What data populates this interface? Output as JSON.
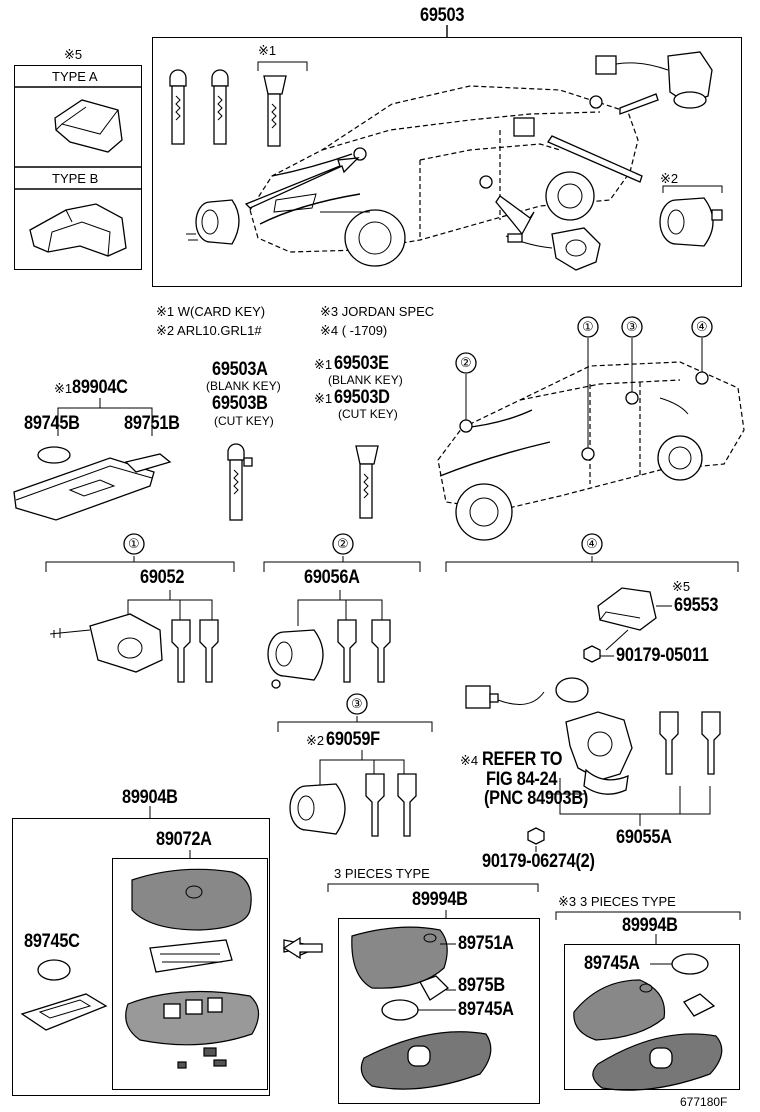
{
  "header": {
    "main_part": "69503"
  },
  "type_box": {
    "note": "※5",
    "type_a": "TYPE A",
    "type_b": "TYPE B"
  },
  "top_assembly": {
    "note1": "※1"
  },
  "notes": {
    "n1": "※1 W(CARD KEY)",
    "n2": "※2  ARL10.GRL1#",
    "n3": "※3 JORDAN SPEC",
    "n4": "※4  (         -1709)",
    "n2_marker": "※2"
  },
  "card_key": {
    "part": "89904C",
    "note": "※1",
    "sub_left": "89745B",
    "sub_right": "89751B"
  },
  "blank_key": {
    "part_a": "69503A",
    "a_desc": "(BLANK KEY)",
    "part_b": "69503B",
    "b_desc": "(CUT KEY)"
  },
  "card_cut_key": {
    "note_e": "※1",
    "part_e": "69503E",
    "e_desc": "(BLANK KEY)",
    "note_d": "※1",
    "part_d": "69503D",
    "d_desc": "(CUT KEY)"
  },
  "car_callouts": [
    "②",
    "①",
    "③",
    "④"
  ],
  "groups": {
    "g1": {
      "marker": "①",
      "part": "69052"
    },
    "g2": {
      "marker": "②",
      "part": "69056A"
    },
    "g3": {
      "marker": "③",
      "note": "※2",
      "part": "69059F"
    },
    "g4": {
      "marker": "④"
    }
  },
  "steering": {
    "note5": "※5",
    "cover": "69553",
    "screw": "90179-05011",
    "refer_note": "※4",
    "refer_1": "REFER TO",
    "refer_2": "FIG 84-24",
    "refer_3": "(PNC  84903B)",
    "lock": "69055A",
    "nut": "90179-06274(2)"
  },
  "smart_key": {
    "part": "89904B",
    "transmitter": "89072A",
    "battery": "89745C"
  },
  "three_pieces": {
    "type_label": "3 PIECES TYPE",
    "part": "89994B",
    "cover": "89751A",
    "sub": "8975B",
    "battery": "89745A"
  },
  "jordan_pieces": {
    "note": "※3",
    "type_label": "3 PIECES TYPE",
    "part": "89994B",
    "battery": "89745A"
  },
  "footer": {
    "figure_id": "677180F"
  }
}
